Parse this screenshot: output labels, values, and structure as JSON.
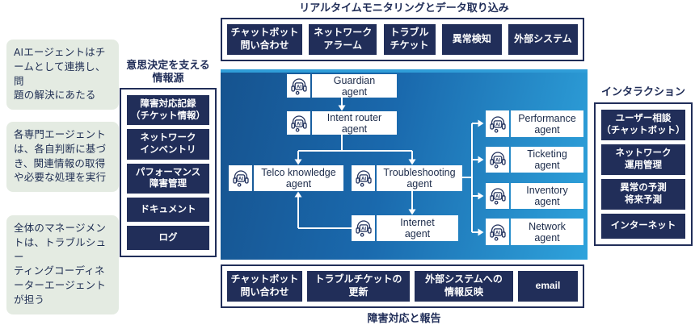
{
  "colors": {
    "navy": "#212e59",
    "panel_blue_dark": "#16538f",
    "panel_blue_light": "#2ea3dc",
    "note_green": "#e4ebe2",
    "text_navy": "#1f2c57"
  },
  "notes": [
    "AIエージェントはチ\nームとして連携し、問\n題の解決にあたる",
    "各専門エージェント\nは、各自判断に基づ\nき、関連情報の取得\nや必要な処理を実行",
    "全体のマネージメン\nトは、トラブルシュー\nティングコーディネ\nーターエージェント\nが担う"
  ],
  "info_sources": {
    "label": "意思決定を支える\n情報源",
    "items": [
      "障害対応記録\n（チケット情報）",
      "ネットワーク\nインベントリ",
      "パフォーマンス\n障害管理",
      "ドキュメント",
      "ログ"
    ]
  },
  "top_bar": {
    "label": "リアルタイムモニタリングとデータ取り込み",
    "items": [
      "チャットボット\n問い合わせ",
      "ネットワーク\nアラーム",
      "トラブル\nチケット",
      "異常検知",
      "外部システム"
    ]
  },
  "bottom_bar": {
    "label": "障害対応と報告",
    "items": [
      "チャットボット\n問い合わせ",
      "トラブルチケットの\n更新",
      "外部システムへの\n情報反映",
      "email"
    ]
  },
  "interaction": {
    "label": "インタラクション",
    "items": [
      "ユーザー相談\n（チャットボット）",
      "ネットワーク\n運用管理",
      "異常の予測\n将来予測",
      "インターネット"
    ]
  },
  "agents": {
    "guardian": "Guardian\nagent",
    "intent_router": "Intent router\nagent",
    "telco": "Telco knowledge\nagent",
    "troubleshooting": "Troubleshooting\nagent",
    "internet": "Internet\nagent",
    "right_column": [
      "Performance\nagent",
      "Ticketing\nagent",
      "Inventory\nagent",
      "Network\nagent"
    ]
  },
  "icon": {
    "ai_label": "AI"
  }
}
